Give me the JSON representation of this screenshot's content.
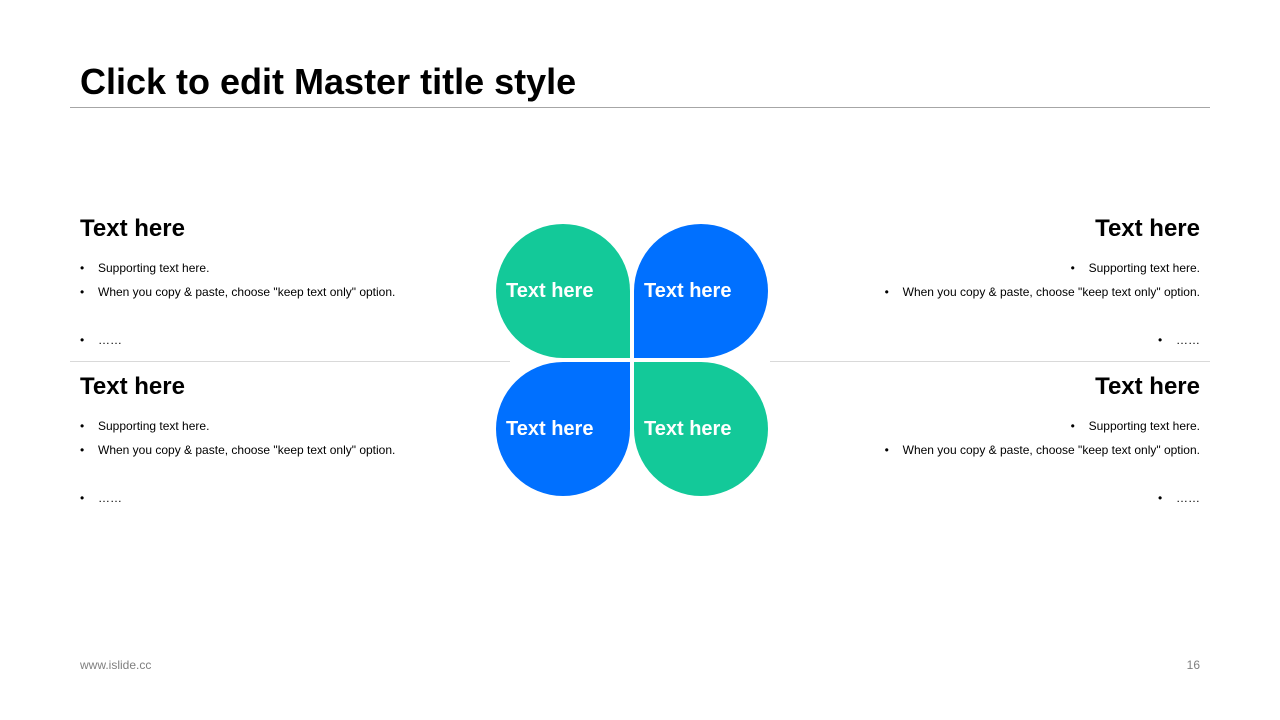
{
  "slide": {
    "title": "Click to edit Master title style",
    "footer_url": "www.islide.cc",
    "page_number": "16"
  },
  "colors": {
    "green": "#13C999",
    "blue": "#0070FF",
    "rule": "#A6A6A6"
  },
  "blocks": {
    "top_left": {
      "heading": "Text here",
      "bullets": [
        "Supporting  text here.",
        "When  you copy & paste, choose \"keep text only\" option.",
        "……"
      ]
    },
    "top_right": {
      "heading": "Text here",
      "bullets": [
        "Supporting  text here.",
        "When  you copy & paste, choose \"keep text only\" option.",
        "……"
      ]
    },
    "bottom_left": {
      "heading": "Text here",
      "bullets": [
        "Supporting  text here.",
        "When  you copy & paste, choose \"keep text only\" option.",
        "……"
      ]
    },
    "bottom_right": {
      "heading": "Text here",
      "bullets": [
        "Supporting  text here.",
        "When  you copy & paste, choose \"keep text only\" option.",
        "……"
      ]
    }
  },
  "petals": {
    "top_left": "Text here",
    "top_right": "Text here",
    "bottom_left": "Text here",
    "bottom_right": "Text here"
  }
}
